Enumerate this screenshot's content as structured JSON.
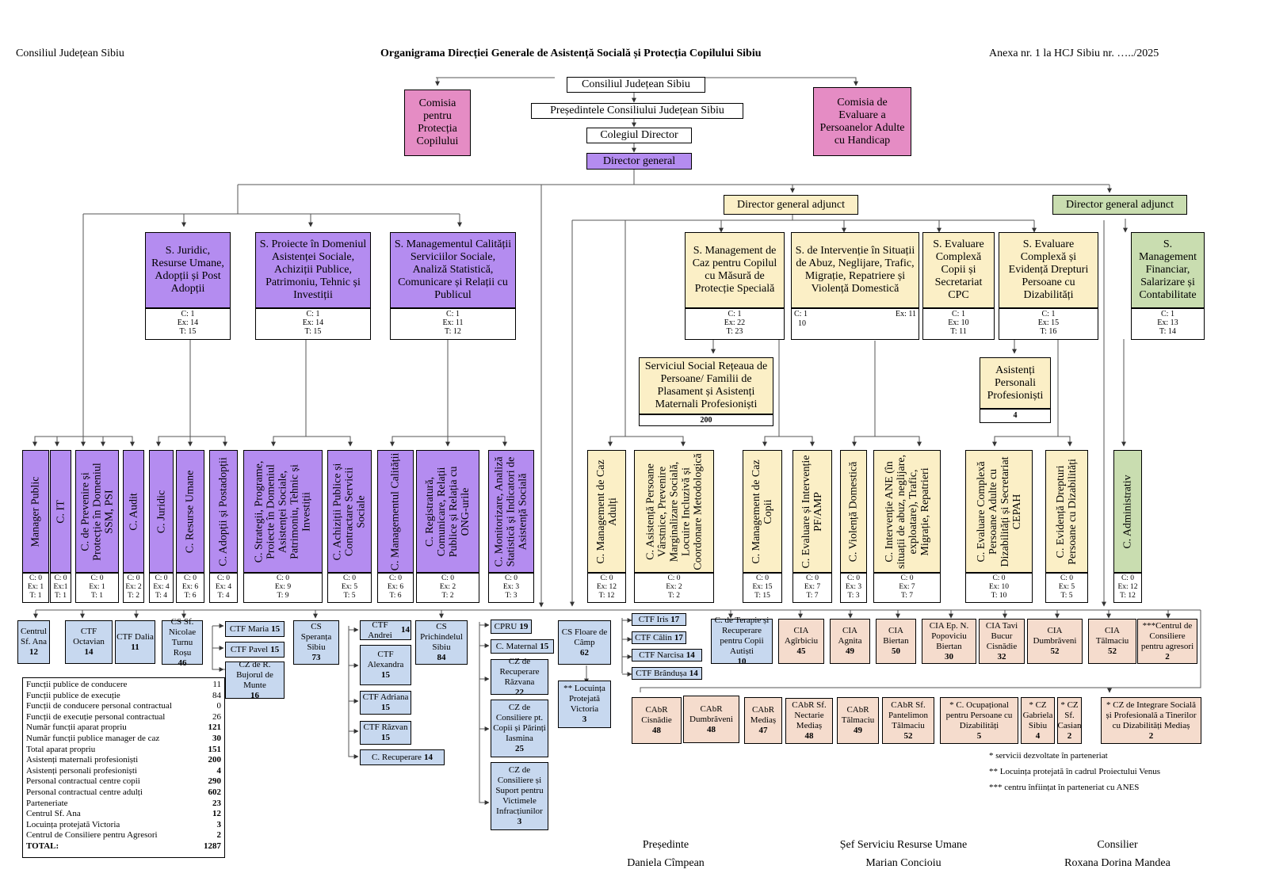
{
  "header": {
    "left": "Consiliul Județean Sibiu",
    "title": "Organigrama Direcției Generale de Asistență Socială și Protecția Copilului Sibiu",
    "right": "Anexa nr. 1 la HCJ Sibiu nr. …../2025"
  },
  "top": {
    "council": "Consiliul Județean Sibiu",
    "president": "Președintele Consiliului Județean Sibiu",
    "board": "Colegiul Director",
    "director": "Director general",
    "child_commission": "Comisia pentru Protecția Copilului",
    "adult_commission": "Comisia de Evaluare a Persoanelor Adulte cu Handicap",
    "deputy1": "Director general adjunct",
    "deputy2": "Director general adjunct"
  },
  "services": {
    "juridic": {
      "name": "S. Juridic, Resurse Umane, Adopții și Post Adopții",
      "counts": "C: 1\nEx: 14\nT: 15"
    },
    "proiecte": {
      "name": "S. Proiecte în Domeniul Asistenței Sociale, Achiziții Publice, Patrimoniu, Tehnic și Investiții",
      "counts": "C: 1\nEx: 14\nT: 15"
    },
    "calitate": {
      "name": "S. Managementul Calității Serviciilor Sociale, Analiză Statistică, Comunicare și Relații cu Publicul",
      "counts": "C: 1\nEx: 11\nT: 12"
    },
    "caz_copil": {
      "name": "S. Management de Caz pentru Copilul cu Măsură de Protecție Specială",
      "counts": "C: 1\nEx: 22\nT: 23"
    },
    "abuz": {
      "name": "S. de Intervenție în Situații de Abuz, Neglijare, Trafic, Migrație, Repatriere și Violență Domestică",
      "c": "C: 1",
      "ex": "Ex: 11",
      "t": "10"
    },
    "cpc": {
      "name": "S. Evaluare Complexă Copii și Secretariat CPC",
      "counts": "C: 1\nEx: 10\nT: 11"
    },
    "eval_adulti": {
      "name": "S. Evaluare Complexă și Evidență Drepturi Persoane cu Dizabilități",
      "counts": "C: 1\nEx: 15\nT: 16"
    },
    "financiar": {
      "name": "S. Management Financiar, Salarizare și Contabilitate",
      "counts": "C: 1\nEx: 13\nT: 14"
    },
    "retea": {
      "name": "Serviciul Social Rețeaua de Persoane/ Familii de Plasament și Asistenți Maternali Profesioniști",
      "count": "200"
    },
    "asistenti": {
      "name": "Asistenți Personali Profesioniști",
      "count": "4"
    }
  },
  "compartments": [
    {
      "name": "Manager Public",
      "counts": "C: 0\nEx: 1\nT: 1"
    },
    {
      "name": "C. IT",
      "counts": "C: 0\nEx:1\nT: 1"
    },
    {
      "name": "C. de Prevenire și Protecție în Domeniul SSM, PSI",
      "counts": "C: 0\nEx: 1\nT: 1"
    },
    {
      "name": "C. Audit",
      "counts": "C: 0\nEx: 2\nT: 2"
    },
    {
      "name": "C. Juridic",
      "counts": "C: 0\nEx: 4\nT: 4"
    },
    {
      "name": "C. Resurse Umane",
      "counts": "C: 0\nEx: 6\nT: 6"
    },
    {
      "name": "C. Adopții și  Postadopții",
      "counts": "C: 0\nEx: 4\nT: 4"
    },
    {
      "name": "C. Strategii, Programe, Proiecte în Domeniul Asistenței Sociale, Patrimoniu, Tehnic și Investiții",
      "counts": "C: 0\nEx: 9\nT: 9"
    },
    {
      "name": "C. Achiziții Publice și Contractare Servicii Sociale",
      "counts": "C: 0\nEx: 5\nT: 5"
    },
    {
      "name": "C. Managementul Calității",
      "counts": "C: 0\nEx: 6\nT: 6"
    },
    {
      "name": "C. Registratură, Comunicare, Relații Publice și Relația cu ONG-urile",
      "counts": "C: 0\nEx: 2\nT: 2"
    },
    {
      "name": "C. Monitorizare, Analiză Statistică și Indicatori de Asistență Socială",
      "counts": "C: 0\nEx: 3\nT: 3"
    },
    {
      "name": "C. Management de Caz Adulți",
      "counts": "C: 0\nEx: 12\nT: 12"
    },
    {
      "name": "C. Asistență Persoane Vârstnice, Prevenire Marginalizare Socială, Locuire Incluzivă și Coordonare Metodologică",
      "counts": "C: 0\nEx: 2\nT: 2"
    },
    {
      "name": "C. Management de Caz Copii",
      "counts": "C: 0\nEx: 15\nT: 15"
    },
    {
      "name": "C. Evaluare și Intervenție PF/AMP",
      "counts": "C: 0\nEx: 7\nT: 7"
    },
    {
      "name": "C. Violență Domestică",
      "counts": "C: 0\nEx: 3\nT: 3"
    },
    {
      "name": "C. Intervenție ANE (în situații de abuz, neglijare, exploatare), Trafic, Migrație, Repatrieri",
      "counts": "C: 0\nEx: 7\nT: 7"
    },
    {
      "name": "C. Evaluare Complexă Persoane Adulte cu Dizabilități și Secretariat CEPAH",
      "counts": "C: 0\nEx: 10\nT: 10"
    },
    {
      "name": "C. Evidență Drepturi Persoane cu Dizabilități",
      "counts": "C: 0\nEx: 5\nT: 5"
    },
    {
      "name": "C. Administrativ",
      "counts": "C: 0\nEx: 12\nT: 12"
    }
  ],
  "centers": {
    "sf_ana": {
      "name": "Centrul Sf. Ana",
      "n": "12"
    },
    "octavian": {
      "name": "CTF Octavian",
      "n": "14"
    },
    "dalia": {
      "name": "CTF Dalia",
      "n": "11"
    },
    "cs_nicolae": {
      "name": "CS Sf. Nicolae Turnu Roșu",
      "n": "46"
    },
    "maria": {
      "name": "CTF Maria",
      "n": "15"
    },
    "pavel": {
      "name": "CTF Pavel",
      "n": "15"
    },
    "bujorul": {
      "name": "CZ de R. Bujorul de Munte",
      "n": "16"
    },
    "speranta": {
      "name": "CS Speranța Sibiu",
      "n": "73"
    },
    "andrei": {
      "name": "CTF Andrei",
      "n": "14"
    },
    "alexandra": {
      "name": "CTF Alexandra",
      "n": "15"
    },
    "adriana": {
      "name": "CTF Adriana",
      "n": "15"
    },
    "razvan_ctf": {
      "name": "CTF Răzvan",
      "n": "15"
    },
    "recuperare": {
      "name": "C. Recuperare",
      "n": "14"
    },
    "prichindelul": {
      "name": "CS Prichindelul Sibiu",
      "n": "84"
    },
    "cpru": {
      "name": "CPRU",
      "n": "19"
    },
    "maternal": {
      "name": "C. Maternal",
      "n": "15"
    },
    "cz_razvana": {
      "name": "CZ de Recuperare Răzvana",
      "n": "22"
    },
    "cz_iasmina": {
      "name": "CZ de Consiliere pt. Copii și Părinți Iasmina",
      "n": "25"
    },
    "cz_victime": {
      "name": "CZ de Consiliere și Suport pentru Victimele Infracțiunilor",
      "n": "3"
    },
    "floare": {
      "name": "CS Floare de Câmp",
      "n": "62"
    },
    "victoria": {
      "name": "** Locuința Protejată Victoria",
      "n": "3"
    },
    "iris": {
      "name": "CTF Iris",
      "n": "17"
    },
    "calin": {
      "name": "CTF Călin",
      "n": "17"
    },
    "narcisa": {
      "name": "CTF Narcisa",
      "n": "14"
    },
    "brandusa": {
      "name": "CTF Brândușa",
      "n": "14"
    },
    "autisti": {
      "name": "C. de Terapie și Recuperare pentru  Copii Autiști",
      "n": "10"
    },
    "agirbiciu": {
      "name": "CIA Agîrbiciu",
      "n": "45"
    },
    "agnita": {
      "name": "CIA Agnita",
      "n": "49"
    },
    "biertan": {
      "name": "CIA Biertan",
      "n": "50"
    },
    "popoviciu": {
      "name": "CIA Ep. N. Popoviciu Biertan",
      "n": "30"
    },
    "tavi": {
      "name": "CIA Tavi Bucur Cisnădie",
      "n": "32"
    },
    "dumbraveni_cia": {
      "name": "CIA Dumbrăveni",
      "n": "52"
    },
    "talmaciu_cia": {
      "name": "CIA Tălmaciu",
      "n": "52"
    },
    "agresori": {
      "name": "***Centrul de Consiliere pentru agresori",
      "n": "2"
    },
    "cabr_cisnadie": {
      "name": "CAbR Cisnădie",
      "n": "48"
    },
    "cabr_dumbraveni": {
      "name": "CAbR Dumbrăveni",
      "n": "48"
    },
    "cabr_medias": {
      "name": "CAbR Mediaș",
      "n": "47"
    },
    "cabr_nectarie": {
      "name": "CAbR Sf. Nectarie Mediaș",
      "n": "48"
    },
    "cabr_talmaciu": {
      "name": "CAbR Tălmaciu",
      "n": "49"
    },
    "cabr_pantelimon": {
      "name": "CAbR Sf. Pantelimon Tălmaciu",
      "n": "52"
    },
    "ocupational": {
      "name": "* C. Ocupațional pentru Persoane cu Dizabilități",
      "n": "5"
    },
    "gabriela": {
      "name": "* CZ Gabriela Sibiu",
      "n": "4"
    },
    "casian": {
      "name": "* CZ Sf. Casian",
      "n": "2"
    },
    "integrare": {
      "name": "* CZ de Integrare Socială și Profesională a Tinerilor cu Dizabilități Mediaș",
      "n": "2"
    }
  },
  "legend": [
    {
      "label": "Funcții publice de conducere",
      "value": "11"
    },
    {
      "label": "Funcții publice de execuție",
      "value": "84"
    },
    {
      "label": "Funcții de conducere personal contractual",
      "value": "0"
    },
    {
      "label": "Funcții de execuție personal contractual",
      "value": "26"
    },
    {
      "label": "Număr funcții aparat propriu",
      "value": "121"
    },
    {
      "label": "Număr funcții publice manager de caz",
      "value": "30"
    },
    {
      "label": "Total aparat propriu",
      "value": "151"
    },
    {
      "label": "Asistenți maternali profesioniști",
      "value": "200"
    },
    {
      "label": "Asistenți personali profesioniști",
      "value": "4"
    },
    {
      "label": "Personal contractual centre copii",
      "value": "290"
    },
    {
      "label": "Personal contractual centre adulți",
      "value": "602"
    },
    {
      "label": "Parteneriate",
      "value": "23"
    },
    {
      "label": "Centrul Sf. Ana",
      "value": "12"
    },
    {
      "label": "Locuința protejată Victoria",
      "value": "3"
    },
    {
      "label": "Centrul de Consiliere pentru Agresori",
      "value": "2"
    },
    {
      "label": "TOTAL:",
      "value": "1287"
    }
  ],
  "notes": [
    "* servicii dezvoltate în parteneriat",
    "** Locuința protejată în cadrul Proiectului Venus",
    "*** centru înființat în parteneriat cu ANES"
  ],
  "signatures": [
    {
      "role": "Președinte",
      "name": "Daniela Cîmpean"
    },
    {
      "role": "Șef Serviciu Resurse Umane",
      "name": "Marian Concioiu"
    },
    {
      "role": "Consilier",
      "name": "Roxana Dorina Mandea"
    }
  ],
  "colors": {
    "purple": "#b48cf0",
    "pink": "#e58cc4",
    "yellow": "#fbefc6",
    "green": "#c9ddb0",
    "blue": "#c7d8ef",
    "peach": "#f5dccd"
  }
}
